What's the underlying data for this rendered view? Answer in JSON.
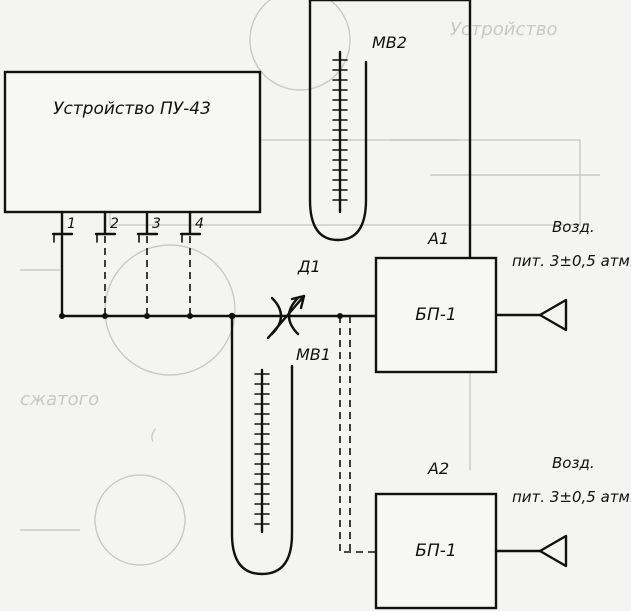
{
  "device": {
    "name": "Устройство ПУ-43",
    "outputs": [
      "1",
      "2",
      "3",
      "4"
    ]
  },
  "blocks": [
    {
      "id": "A1",
      "label": "A1",
      "name": "БП-1",
      "supply_label": "Возд.",
      "supply_value": "пит. 3±0,5 атм."
    },
    {
      "id": "A2",
      "label": "A2",
      "name": "БП-1",
      "supply_label": "Возд.",
      "supply_value": "пит. 3±0,5 атм."
    }
  ],
  "gauges": {
    "mv1": "МВ1",
    "mv2": "МВ2"
  },
  "throttle": "Д1",
  "colors": {
    "ink": "#111111",
    "paper": "#f4f4f2"
  }
}
